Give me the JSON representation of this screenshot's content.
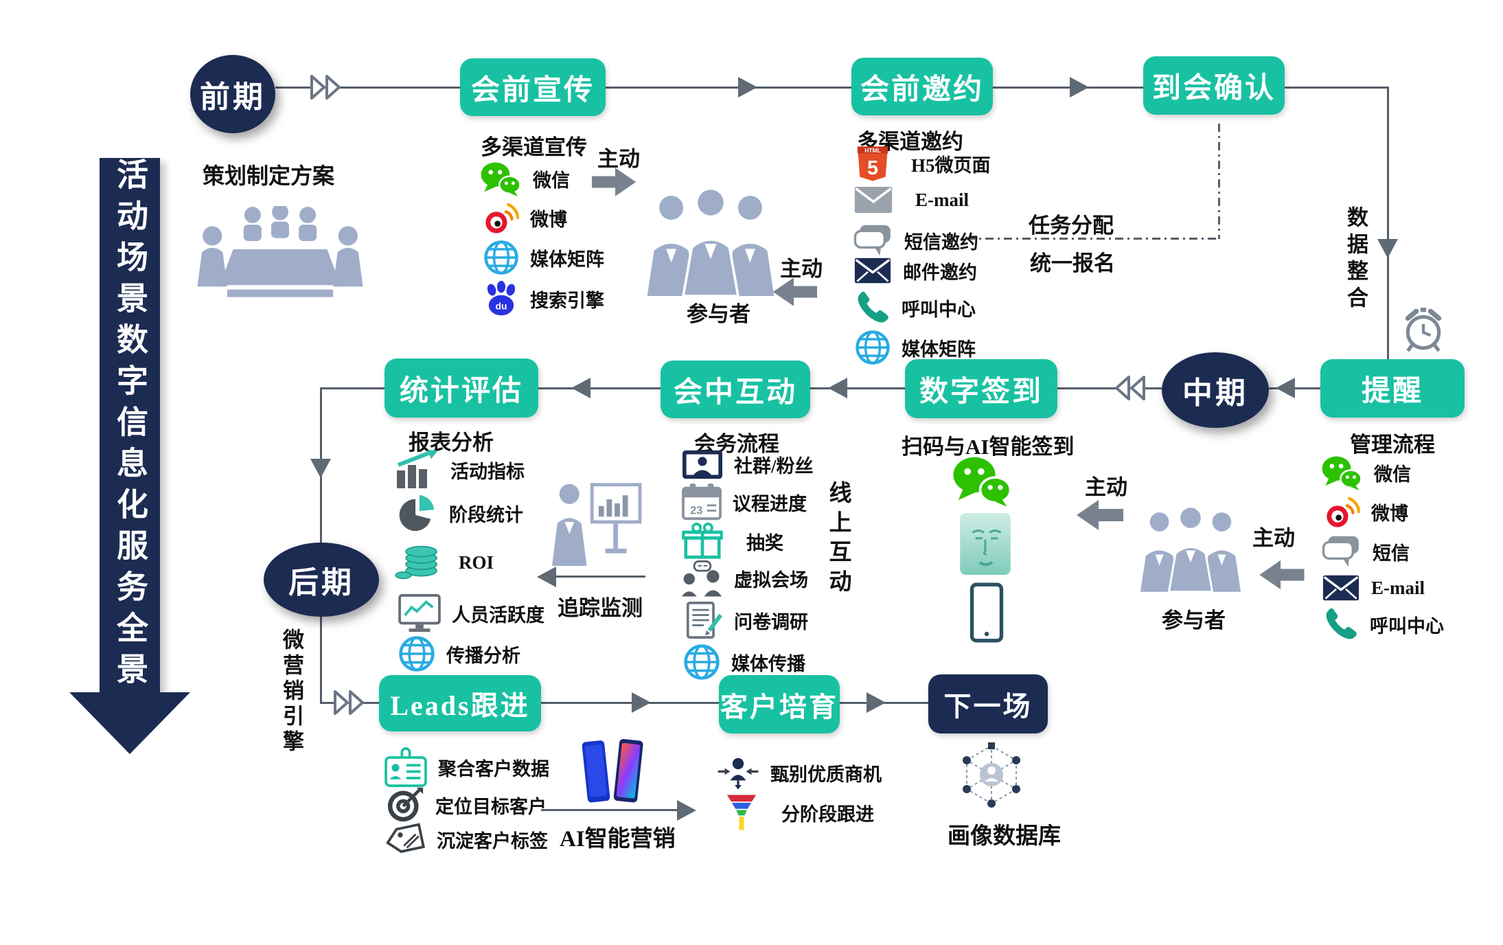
{
  "title": "活动场景数字信息化服务全景",
  "colors": {
    "teal": "#18C1A2",
    "navy": "#1C2B52",
    "line_gray": "#555E68",
    "arrow_gray": "#78828E",
    "people_blue": "#9FADC9",
    "wechat_green": "#2DC100",
    "weibo_red": "#E6162D",
    "globe_blue": "#29ABE2",
    "baidu_blue": "#2932E1",
    "html5_orange": "#E44D26",
    "phone_teal": "#169F85"
  },
  "phases": {
    "pre": "前期",
    "mid": "中期",
    "post": "后期"
  },
  "nodes": {
    "promo": "会前宣传",
    "invite": "会前邀约",
    "confirm": "到会确认",
    "remind": "提醒",
    "checkin": "数字签到",
    "interact": "会中互动",
    "stats": "统计评估",
    "leads": "Leads跟进",
    "nurture": "客户培育",
    "next": "下一场"
  },
  "pre": {
    "planning": "策划制定方案"
  },
  "promo": {
    "title": "多渠道宣传",
    "items": [
      {
        "label": "微信"
      },
      {
        "label": "微博"
      },
      {
        "label": "媒体矩阵"
      },
      {
        "label": "搜索引擎"
      }
    ]
  },
  "invite": {
    "title": "多渠道邀约",
    "items": [
      {
        "label": "H5微页面"
      },
      {
        "label": "E-mail"
      },
      {
        "label": "短信邀约"
      },
      {
        "label": "邮件邀约"
      },
      {
        "label": "呼叫中心"
      },
      {
        "label": "媒体矩阵"
      }
    ]
  },
  "manage": {
    "title": "管理流程",
    "items": [
      {
        "label": "微信"
      },
      {
        "label": "微博"
      },
      {
        "label": "短信"
      },
      {
        "label": "E-mail"
      },
      {
        "label": "呼叫中心"
      }
    ]
  },
  "interact": {
    "title": "会务流程",
    "items": [
      {
        "label": "社群/粉丝"
      },
      {
        "label": "议程进度"
      },
      {
        "label": "抽奖"
      },
      {
        "label": "虚拟会场"
      },
      {
        "label": "问卷调研"
      },
      {
        "label": "媒体传播"
      }
    ]
  },
  "stats": {
    "title": "报表分析",
    "items": [
      {
        "label": "活动指标"
      },
      {
        "label": "阶段统计"
      },
      {
        "label": "ROI"
      },
      {
        "label": "人员活跃度"
      },
      {
        "label": "传播分析"
      }
    ]
  },
  "leads": {
    "items": [
      {
        "label": "聚合客户数据"
      },
      {
        "label": "定位目标客户"
      },
      {
        "label": "沉淀客户标签"
      }
    ]
  },
  "nurture": {
    "items": [
      {
        "label": "甄别优质商机"
      },
      {
        "label": "分阶段跟进"
      }
    ]
  },
  "checkin": {
    "title": "扫码与AI智能签到"
  },
  "flow_notes": {
    "task_assign": "任务分配",
    "unified_signup": "统一报名",
    "data_integration": "数据整合",
    "active": "主动",
    "participants": "参与者",
    "marketing_engine": "微营销引擎",
    "online_interaction": "线上互动",
    "tracking": "追踪监测",
    "ai_marketing": "AI智能营销",
    "portrait_db": "画像数据库"
  }
}
